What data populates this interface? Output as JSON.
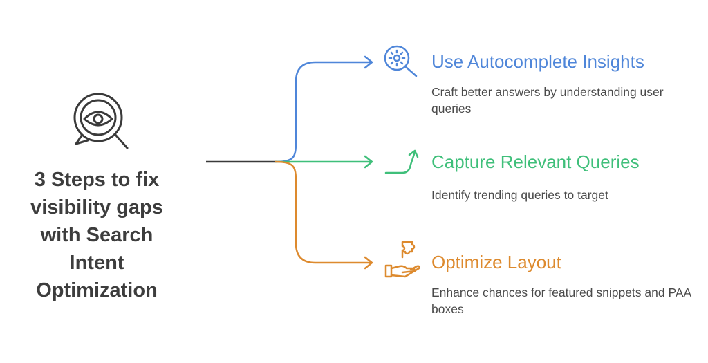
{
  "title": "3 Steps to fix visibility gaps with Search Intent Optimization",
  "steps": [
    {
      "title": "Use Autocomplete Insights",
      "description": "Craft better answers by understanding user queries",
      "color": "#4f86d9",
      "icon": "magnifier-gear-icon"
    },
    {
      "title": "Capture Relevant Queries",
      "description": "Identify trending queries to target",
      "color": "#3fbf7a",
      "icon": "trend-arrow-icon"
    },
    {
      "title": "Optimize Layout",
      "description": "Enhance chances for featured snippets and PAA boxes",
      "color": "#dd8a2e",
      "icon": "hand-puzzle-icon"
    }
  ],
  "hero_icon": "magnifier-eye-icon",
  "line_color": "#3a3a3a"
}
